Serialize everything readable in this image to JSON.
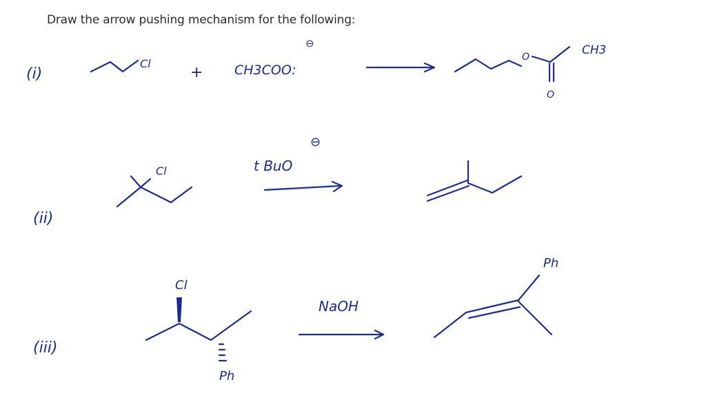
{
  "title": "Draw the arrow pushing mechanism for the following:",
  "ink_color": "#1a2a9a",
  "problems": [
    {
      "label": "(i)",
      "reactant_label": "Cl",
      "plus": "+",
      "reagent": "CH3COO:",
      "reagent_charge": "⊖",
      "product_atoms": [
        "O",
        "O",
        "CH3"
      ]
    },
    {
      "label": "(ii)",
      "reactant_label": "Cl",
      "reagent": "t BuO",
      "reagent_charge": "⊖"
    },
    {
      "label": "(iii)",
      "reactant_top": "Cl",
      "reactant_bottom": "Ph",
      "reagent": "NaOH",
      "product_label": "Ph"
    }
  ]
}
